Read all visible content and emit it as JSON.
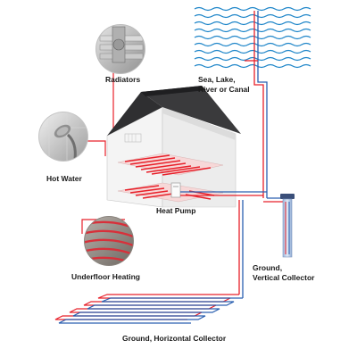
{
  "labels": {
    "radiators": "Radiators",
    "water_line1": "Sea, Lake,",
    "water_line2": "River or Canal",
    "hot_water": "Hot Water",
    "heat_pump": "Heat Pump",
    "underfloor": "Underfloor Heating",
    "vertical_line1": "Ground,",
    "vertical_line2": "Vertical Collector",
    "horizontal": "Ground, Horizontal Collector"
  },
  "colors": {
    "pipe_red": "#e8202a",
    "pipe_blue": "#2a5fb0",
    "water_blue": "#1f86c9",
    "roof": "#2f2f31",
    "wall": "#f2f2f2"
  },
  "icons": {
    "radiator": "radiator-photo-icon",
    "shower": "shower-photo-icon",
    "underfloor": "underfloor-pipes-photo-icon"
  }
}
